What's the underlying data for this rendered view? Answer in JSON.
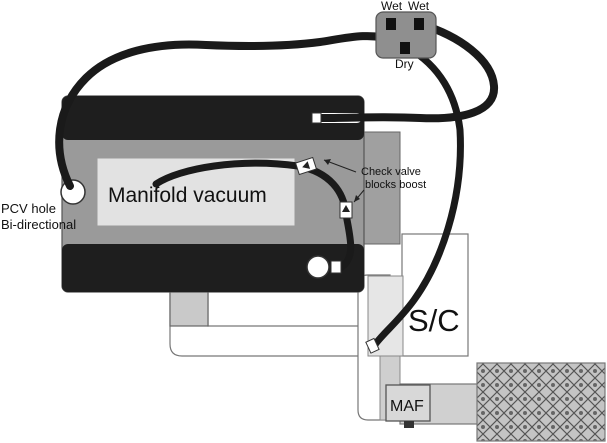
{
  "labels": {
    "wet_left": "Wet",
    "wet_right": "Wet",
    "dry": "Dry",
    "manifold": "Manifold vacuum",
    "check_valve_line1": "Check valve",
    "check_valve_line2": "blocks boost",
    "pcv_line1": "PCV hole",
    "pcv_line2": "Bi-directional",
    "supercharger": "S/C",
    "maf": "MAF"
  },
  "colors": {
    "hose": "#1a1a1a",
    "block_black": "#1e1e1e",
    "block_gray": "#9a9a9a",
    "manifold_panel": "#e2e2e2",
    "duct_gray": "#c9c9c9",
    "filter_gray": "#8c8c8c"
  }
}
